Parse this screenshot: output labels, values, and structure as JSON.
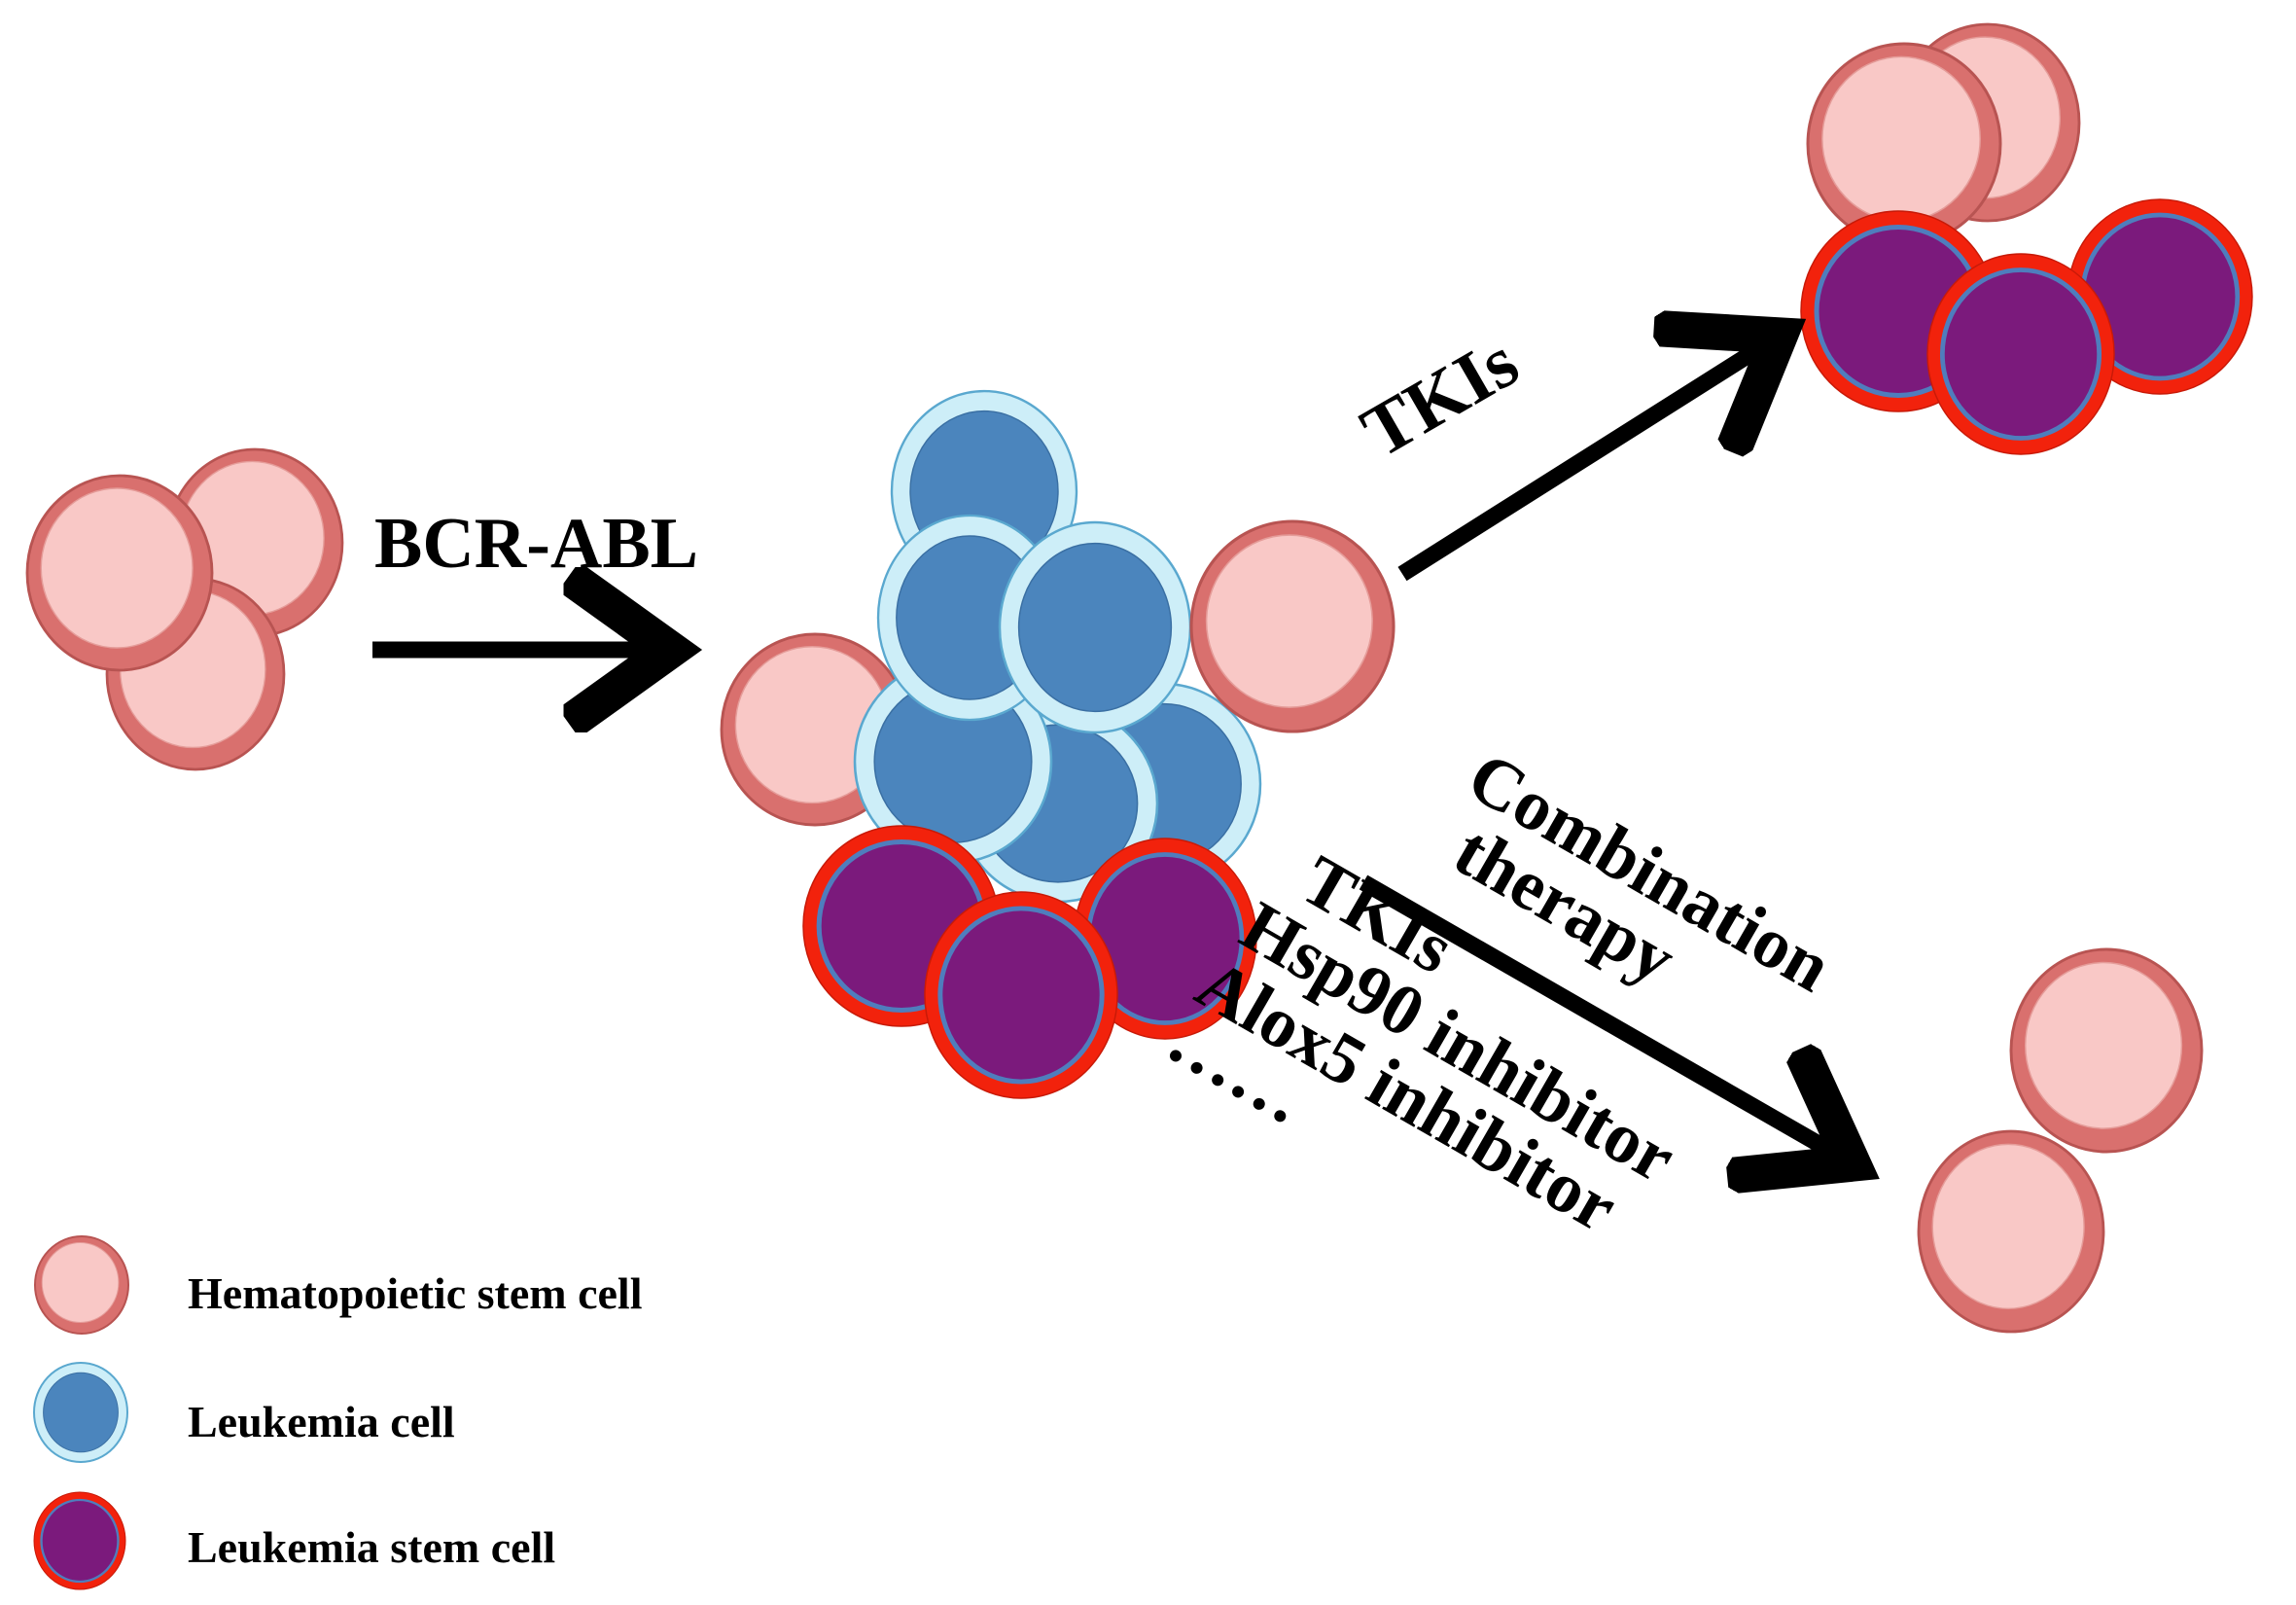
{
  "colors": {
    "hsc_fill": "#f9c8c6",
    "hsc_ring": "#d9706e",
    "hsc_edge": "#b85452",
    "lc_fill": "#4b85bd",
    "lc_ring": "#cdeef8",
    "lc_edge": "#5aa8cf",
    "lsc_fill": "#7b1a7c",
    "lsc_ring": "#f2220c",
    "lsc_inner_edge": "#4f7dbd",
    "arrow": "#000000"
  },
  "labels": {
    "bcr_abl": "BCR-ABL",
    "tkis_upper": "TKIs",
    "combination": "Combination",
    "therapy": "therapy",
    "tkis_lower": "TKIs",
    "hsp90": "Hsp90 inhibitor",
    "alox5": "Alox5 inhibitor",
    "ellipsis": "……"
  },
  "legend": [
    {
      "cell": "hsc",
      "label": "Hematopoietic stem cell"
    },
    {
      "cell": "lc",
      "label": "Leukemia cell"
    },
    {
      "cell": "lsc",
      "label": "Leukemia stem cell"
    }
  ]
}
